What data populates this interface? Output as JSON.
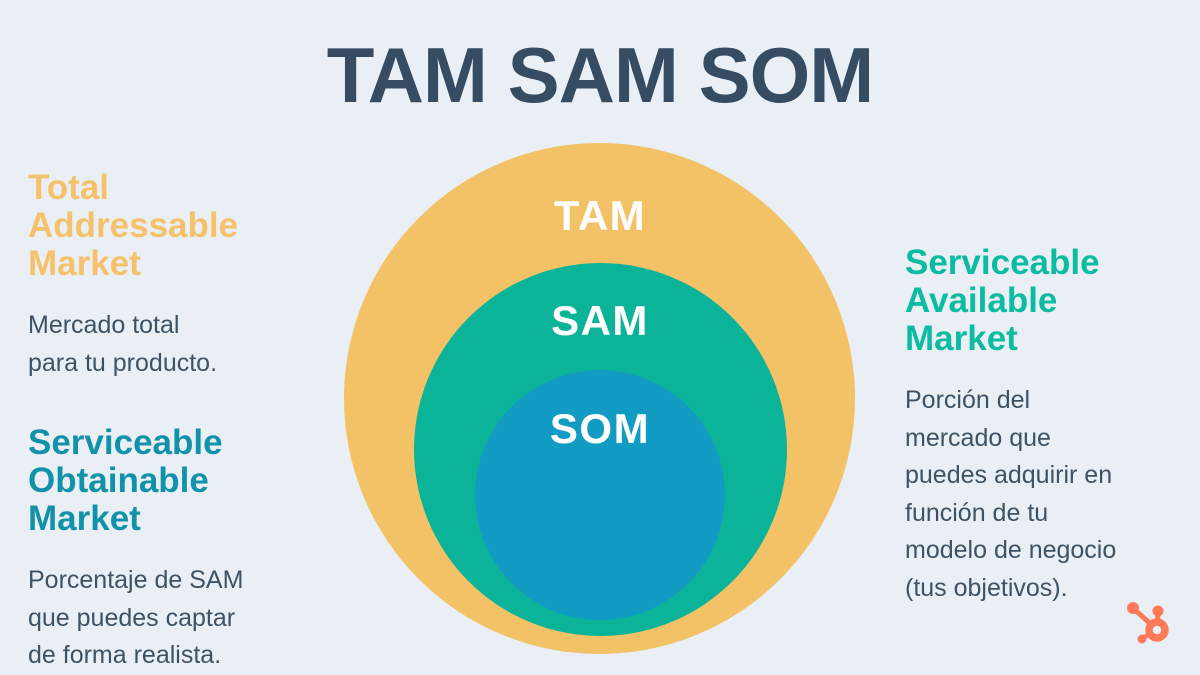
{
  "title": "TAM SAM SOM",
  "diagram": {
    "type": "nested-circles",
    "rings": [
      {
        "label": "TAM",
        "color": "#F3C267"
      },
      {
        "label": "SAM",
        "color": "#0BB499"
      },
      {
        "label": "SOM",
        "color": "#129CC3"
      }
    ]
  },
  "annotations": {
    "left": [
      {
        "heading": "Total\nAddressable\nMarket",
        "body": "Mercado total\npara tu producto."
      },
      {
        "heading": "Serviceable\nObtainable\nMarket",
        "body": "Porcentaje de SAM\nque puedes captar\nde forma realista."
      }
    ],
    "right": [
      {
        "heading": "Serviceable\nAvailable\nMarket",
        "body": "Porción del\nmercado que\npuedes adquirir en\nfunción de tu\nmodelo de negocio\n(tus objetivos)."
      }
    ]
  },
  "branding": {
    "logo": "hubspot-sprocket-icon"
  },
  "colors": {
    "background": "#EAEFF6",
    "ink_title": "#354C63",
    "ink_body": "#3E5264",
    "tam": "#F3C267",
    "sam": "#0BB499",
    "som": "#129CC3",
    "heading_yellow": "#F5C26B",
    "heading_teal": "#1292A9",
    "heading_green": "#0CBCA0",
    "ring_label": "#FFFFFF",
    "logo_orange": "#FF7A59"
  }
}
